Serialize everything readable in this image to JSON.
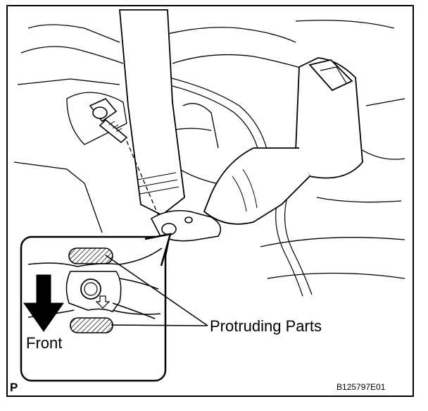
{
  "figure": {
    "callout_label": "Protruding Parts",
    "direction_label": "Front",
    "corner_letter": "P",
    "figure_code": "B125797E01"
  },
  "colors": {
    "line": "#000000",
    "background": "#ffffff",
    "hatch": "#000000"
  },
  "icons": {
    "front_arrow": "down-arrow-icon",
    "bolt": "bolt-icon",
    "buckle": "seat-belt-buckle-icon"
  }
}
